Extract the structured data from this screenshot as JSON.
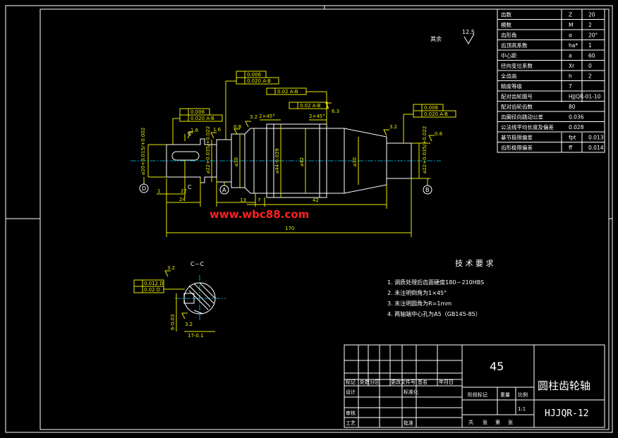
{
  "params": [
    {
      "name": "齿数",
      "sym": "Z",
      "val": "20"
    },
    {
      "name": "模数",
      "sym": "M",
      "val": "2"
    },
    {
      "name": "齿形角",
      "sym": "α",
      "val": "20°"
    },
    {
      "name": "齿顶高系数",
      "sym": "ha*",
      "val": "1"
    },
    {
      "name": "中心距",
      "sym": "a",
      "val": "60"
    },
    {
      "name": "径向变位系数",
      "sym": "Xr",
      "val": "0"
    },
    {
      "name": "全齿高",
      "sym": "h",
      "val": "2"
    },
    {
      "name": "精度等级",
      "sym": "",
      "val": "7"
    },
    {
      "name": "配对齿轮图号",
      "sym": "",
      "val": "HJJQR-01-10"
    },
    {
      "name": "配对齿轮齿数",
      "sym": "",
      "val": "80"
    },
    {
      "name": "齿圈径向跳动公差",
      "sym": "",
      "val": "0.036"
    },
    {
      "name": "公法线平均长度及偏差",
      "sym": "",
      "val": "0.028"
    },
    {
      "name": "基节极限偏差",
      "sym": "fpt",
      "val": "0.013"
    },
    {
      "name": "齿形极限偏差",
      "sym": "ff",
      "val": "0.014"
    }
  ],
  "rest_finish": {
    "label": "其余",
    "value": "12.5"
  },
  "tech": {
    "title": "技 术 要 求",
    "items": [
      "1.  调质处理后齿面硬度180－210HBS",
      "2.  未注明倒角为1×45°",
      "3.  未注明圆角为R=1mm",
      "4.  两轴端中心孔为A5（GB145-85）"
    ]
  },
  "section_label": "C－C",
  "watermark": "www.wbc88.com",
  "datums": {
    "d": "D",
    "a": "A",
    "b": "B"
  },
  "section_cut": "C",
  "dims": {
    "overall": "170",
    "d42": "42",
    "d13": "13",
    "d7": "7",
    "d22": "22",
    "d24": "24",
    "d1": "1",
    "dia_left": "⌀20+0.015/+0.002",
    "dia_a": "⌀22+0.035/+0.022",
    "dia_30": "⌀30",
    "dia_44": "⌀44-0.039",
    "dia_42": "⌀42",
    "dia_right": "⌀22+0.035/+0.022",
    "chamfer_l": "2×45°",
    "chamfer_r": "2×45°",
    "key_w": "6-0.03",
    "key_d": "17-0.1"
  },
  "tol": {
    "t1": "0.006",
    "t2": "0.020 A-B",
    "t3": "0.02 A-B",
    "t4": "0.02 A-B",
    "t5": "0.006",
    "t6": "0.020 A-B",
    "t7": "0.006",
    "t8": "0.020 A-B",
    "t9": "0.012 D",
    "t10": "0.02 D"
  },
  "rough": {
    "r16": "1.6",
    "r32": "3.2",
    "r08": "0.8",
    "r63": "6.3"
  },
  "title_block": {
    "material": "45",
    "part_name": "圆柱齿轮轴",
    "drawing_no": "HJJQR-12",
    "scale_val": "1:1",
    "row_labels": [
      "标记",
      "处数",
      "分区",
      "更改文件号",
      "签名",
      "年月日"
    ],
    "sign_rows": [
      "设计",
      "标准化",
      "审核",
      "工艺",
      "批准"
    ],
    "mid_labels": [
      "阶段标记",
      "重量",
      "比例"
    ],
    "sheet_labels": [
      "共",
      "张",
      "第",
      "张"
    ]
  }
}
